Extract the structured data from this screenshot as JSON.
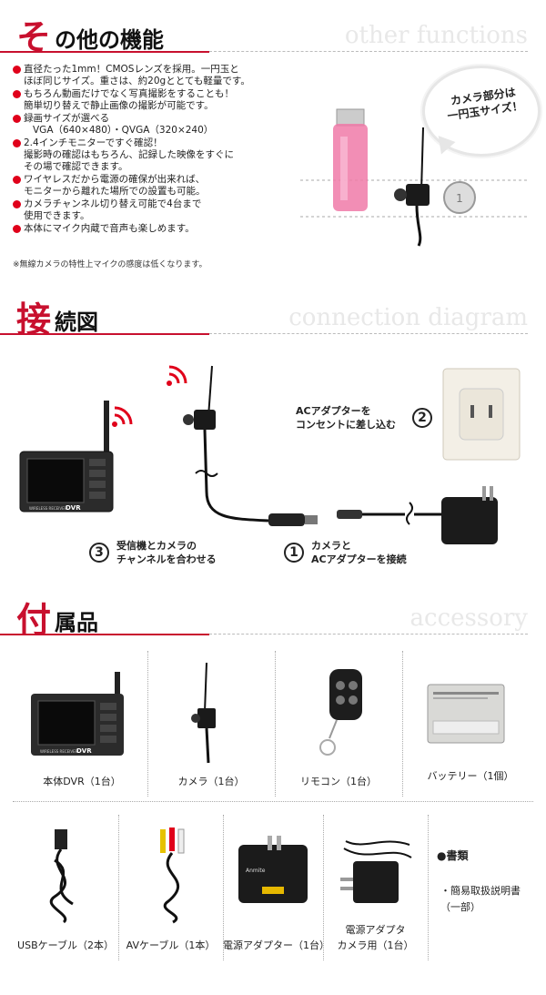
{
  "other_functions": {
    "head_big": "そ",
    "head_rest": "の他の機能",
    "head_eng": "other functions",
    "bullets": [
      {
        "lines": [
          "直径たった1mm！CMOSレンズを採用。一円玉と",
          "ほぼ同じサイズ。重さは、約20gととても軽量です。"
        ]
      },
      {
        "lines": [
          "もちろん動画だけでなく写真撮影をすることも！",
          "簡単切り替えで静止画像の撮影が可能です。"
        ]
      },
      {
        "lines": [
          "録画サイズが選べる",
          "VGA（640×480）・QVGA（320×240）"
        ]
      },
      {
        "lines": [
          "2.4インチモニターですぐ確認！",
          "撮影時の確認はもちろん、記録した映像をすぐに",
          "その場で確認できます。"
        ]
      },
      {
        "lines": [
          "ワイヤレスだから電源の確保が出来れば、",
          "モニターから離れた場所での設置も可能。"
        ]
      },
      {
        "lines": [
          "カメラチャンネル切り替え可能で4台まで",
          "使用できます。"
        ]
      },
      {
        "lines": [
          "本体にマイク内蔵で音声も楽しめます。"
        ]
      }
    ],
    "note": "※無線カメラの特性上マイクの感度は低くなります。",
    "bubble_line1": "カメラ部分は",
    "bubble_line2": "一円玉サイズ！",
    "coin_text": "1"
  },
  "connection": {
    "head_big": "接",
    "head_rest": "続図",
    "head_eng": "connection diagram",
    "step1_num": "1",
    "step1_line1": "カメラと",
    "step1_line2": "ACアダプターを接続",
    "step2_num": "2",
    "step2_line1": "ACアダプターを",
    "step2_line2": "コンセントに差し込む",
    "step3_num": "3",
    "step3_line1": "受信機とカメラの",
    "step3_line2": "チャンネルを合わせる",
    "dvr_small": "WIRELESS RECEIVER",
    "dvr_text": "DVR"
  },
  "accessories": {
    "head_big": "付",
    "head_rest": "属品",
    "head_eng": "accessory",
    "items": [
      {
        "label": "本体DVR（1台）"
      },
      {
        "label": "カメラ（1台）"
      },
      {
        "label": "リモコン（1台）"
      },
      {
        "label": "バッテリー（1個）"
      },
      {
        "label": "USBケーブル（2本）"
      },
      {
        "label": "AVケーブル（1本）"
      },
      {
        "label": "電源アダプター（1台）"
      },
      {
        "label": "電源アダプタ"
      },
      {
        "label": "カメラ用（1台）"
      }
    ],
    "docs_title": "●書類",
    "docs_item1": "・簡易取扱説明書",
    "docs_item2": "（一部）",
    "adapter_brand": "Anmite"
  },
  "colors": {
    "accent": "#c8102e",
    "bullet": "#e0001a"
  }
}
